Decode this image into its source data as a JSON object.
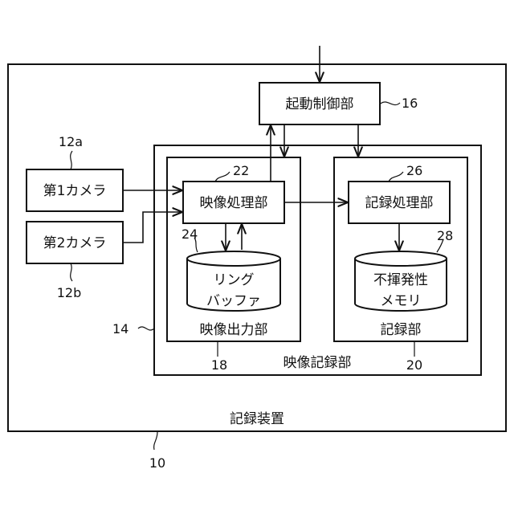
{
  "diagram": {
    "device": {
      "label": "記録装置",
      "ref": "10"
    },
    "control": {
      "label": "起動制御部",
      "ref": "16"
    },
    "camera1": {
      "label": "第1カメラ",
      "ref": "12a"
    },
    "camera2": {
      "label": "第2カメラ",
      "ref": "12b"
    },
    "video_recording": {
      "label": "映像記録部",
      "ref": "14"
    },
    "video_output": {
      "label": "映像出力部",
      "ref": "18"
    },
    "video_processing": {
      "label": "映像処理部",
      "ref": "22"
    },
    "ring_buffer": {
      "line1": "リング",
      "line2": "バッファ",
      "ref": "24"
    },
    "recorder": {
      "label": "記録部",
      "ref": "20"
    },
    "record_processing": {
      "label": "記録処理部",
      "ref": "26"
    },
    "nonvolatile_memory": {
      "line1": "不揮発性",
      "line2": "メモリ",
      "ref": "28"
    }
  },
  "colors": {
    "line": "#111111",
    "background": "#ffffff"
  }
}
